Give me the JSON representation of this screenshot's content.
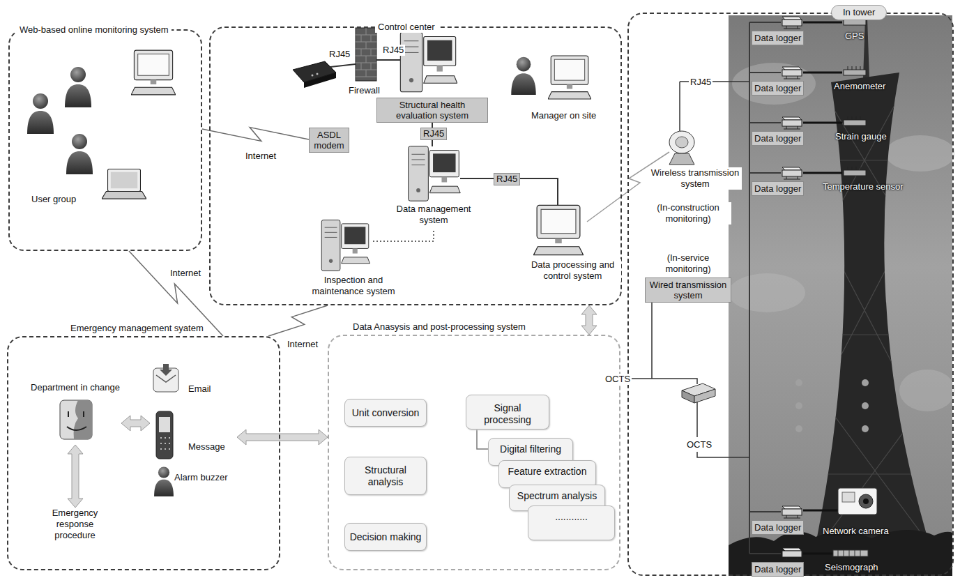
{
  "diagram": {
    "nodes": [
      {
        "text": [
          "Web-based online monitoring system"
        ]
      },
      {
        "text": [
          "Control center"
        ]
      },
      {
        "text": [
          "ASDL modem"
        ],
        "in": 1
      },
      {
        "text": [
          "Structural health evaluation system"
        ],
        "in": 1
      },
      {
        "text": [
          "In tower"
        ]
      },
      {
        "text": [
          "Data logger"
        ],
        "in": 4
      },
      {
        "text": [
          "Data logger"
        ],
        "in": 4
      },
      {
        "text": [
          "Data logger"
        ],
        "in": 4
      },
      {
        "text": [
          "Data logger"
        ],
        "in": 4
      },
      {
        "text": [
          "Data logger"
        ],
        "in": 4
      },
      {
        "text": [
          "Data logger"
        ],
        "in": 4
      },
      {
        "text": [
          "Wired transmission system"
        ],
        "in": 4
      },
      {
        "text": [
          "Emergency management syatem"
        ]
      },
      {
        "text": [
          "Department in change"
        ],
        "in": 12
      },
      {
        "text": [
          "Email",
          "Message",
          "Alarm buzzer"
        ],
        "in": 12
      },
      {
        "text": [
          "Emergency response procedure"
        ],
        "in": 12
      },
      {
        "text": [
          "Data Anasysis and post-processing system"
        ]
      },
      {
        "text": [
          "Unit conversion"
        ],
        "in": 16
      },
      {
        "text": [
          "Structural analysis"
        ],
        "in": 16
      },
      {
        "text": [
          "Decision making"
        ],
        "in": 16
      },
      {
        "text": [
          "Signal processing"
        ],
        "in": 16
      },
      {
        "text": [
          "Digital filtering"
        ],
        "in": 16
      },
      {
        "text": [
          "Feature extraction"
        ],
        "in": 16
      },
      {
        "text": [
          "Spectrum analysis"
        ],
        "in": 16
      },
      {
        "text": [
          "............"
        ],
        "in": 16
      }
    ],
    "edges": [
      {
        "from": 0,
        "to": 2,
        "arrow": "none",
        "label": "Internet"
      },
      {
        "from": 0,
        "to": 12,
        "arrow": "none",
        "label": "Internet"
      },
      {
        "from": 12,
        "to": 1,
        "arrow": "none",
        "label": "Internet"
      },
      {
        "from": 1,
        "to": 16,
        "arrow": "both"
      },
      {
        "from": 13,
        "to": 14,
        "arrow": "both"
      },
      {
        "from": 13,
        "to": 15,
        "arrow": "both"
      },
      {
        "from": 14,
        "to": 16,
        "arrow": "both"
      },
      {
        "from": 20,
        "to": 21,
        "arrow": "none"
      }
    ],
    "labels": [
      "User group",
      "RJ45",
      "Firewall",
      "RJ45",
      "RJ45",
      "Manager on site",
      "Data management system",
      "RJ45",
      "Inspection and maintenance system",
      "Data processing and control system",
      "RJ45",
      "Wireless transmission system",
      "(In-construction monitoring)",
      "(In-service monitoring)",
      "OCTS",
      "OCTS",
      "GPS",
      "Anemometer",
      "Strain gauge",
      "Temperature sensor",
      "Network camera",
      "Seismograph"
    ]
  }
}
